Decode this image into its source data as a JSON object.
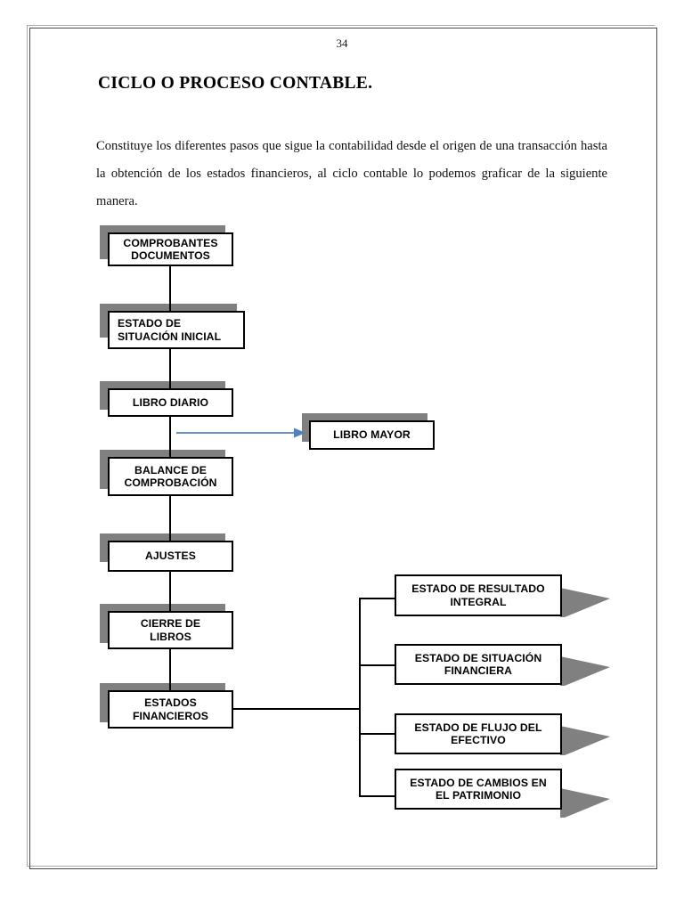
{
  "page": {
    "folio": "34",
    "title": "CICLO O PROCESO CONTABLE.",
    "intro": "Constituye los diferentes pasos que sigue la contabilidad desde el origen de una transacción hasta la obtención de los estados financieros, al ciclo contable lo podemos graficar de la siguiente manera."
  },
  "colors": {
    "box_border": "#000000",
    "box_fill": "#ffffff",
    "shadow_gray": "#808080",
    "arrow_blue": "#4f81bd",
    "page_border": "#4a4a4a",
    "text": "#000000"
  },
  "flowchart": {
    "main_chain": [
      {
        "id": "comprobantes",
        "line1": "COMPROBANTES",
        "line2": "DOCUMENTOS"
      },
      {
        "id": "estado-inicial",
        "line1": "ESTADO DE",
        "line2": "SITUACIÓN INICIAL"
      },
      {
        "id": "libro-diario",
        "line1": "LIBRO DIARIO",
        "line2": ""
      },
      {
        "id": "balance",
        "line1": "BALANCE DE",
        "line2": "COMPROBACIÓN"
      },
      {
        "id": "ajustes",
        "line1": "AJUSTES",
        "line2": ""
      },
      {
        "id": "cierre",
        "line1": "CIERRE DE",
        "line2": "LIBROS"
      },
      {
        "id": "estados-fin",
        "line1": "ESTADOS",
        "line2": "FINANCIEROS"
      }
    ],
    "side_node": {
      "id": "libro-mayor",
      "label": "LIBRO MAYOR"
    },
    "outputs": [
      {
        "id": "resultado-integral",
        "line1": "ESTADO DE RESULTADO",
        "line2": "INTEGRAL"
      },
      {
        "id": "situacion-financiera",
        "line1": "ESTADO DE SITUACIÓN",
        "line2": "FINANCIERA"
      },
      {
        "id": "flujo-efectivo",
        "line1": "ESTADO DE FLUJO DEL",
        "line2": "EFECTIVO"
      },
      {
        "id": "cambios-patrimonio",
        "line1": "ESTADO DE CAMBIOS EN",
        "line2": "EL PATRIMONIO"
      }
    ]
  }
}
